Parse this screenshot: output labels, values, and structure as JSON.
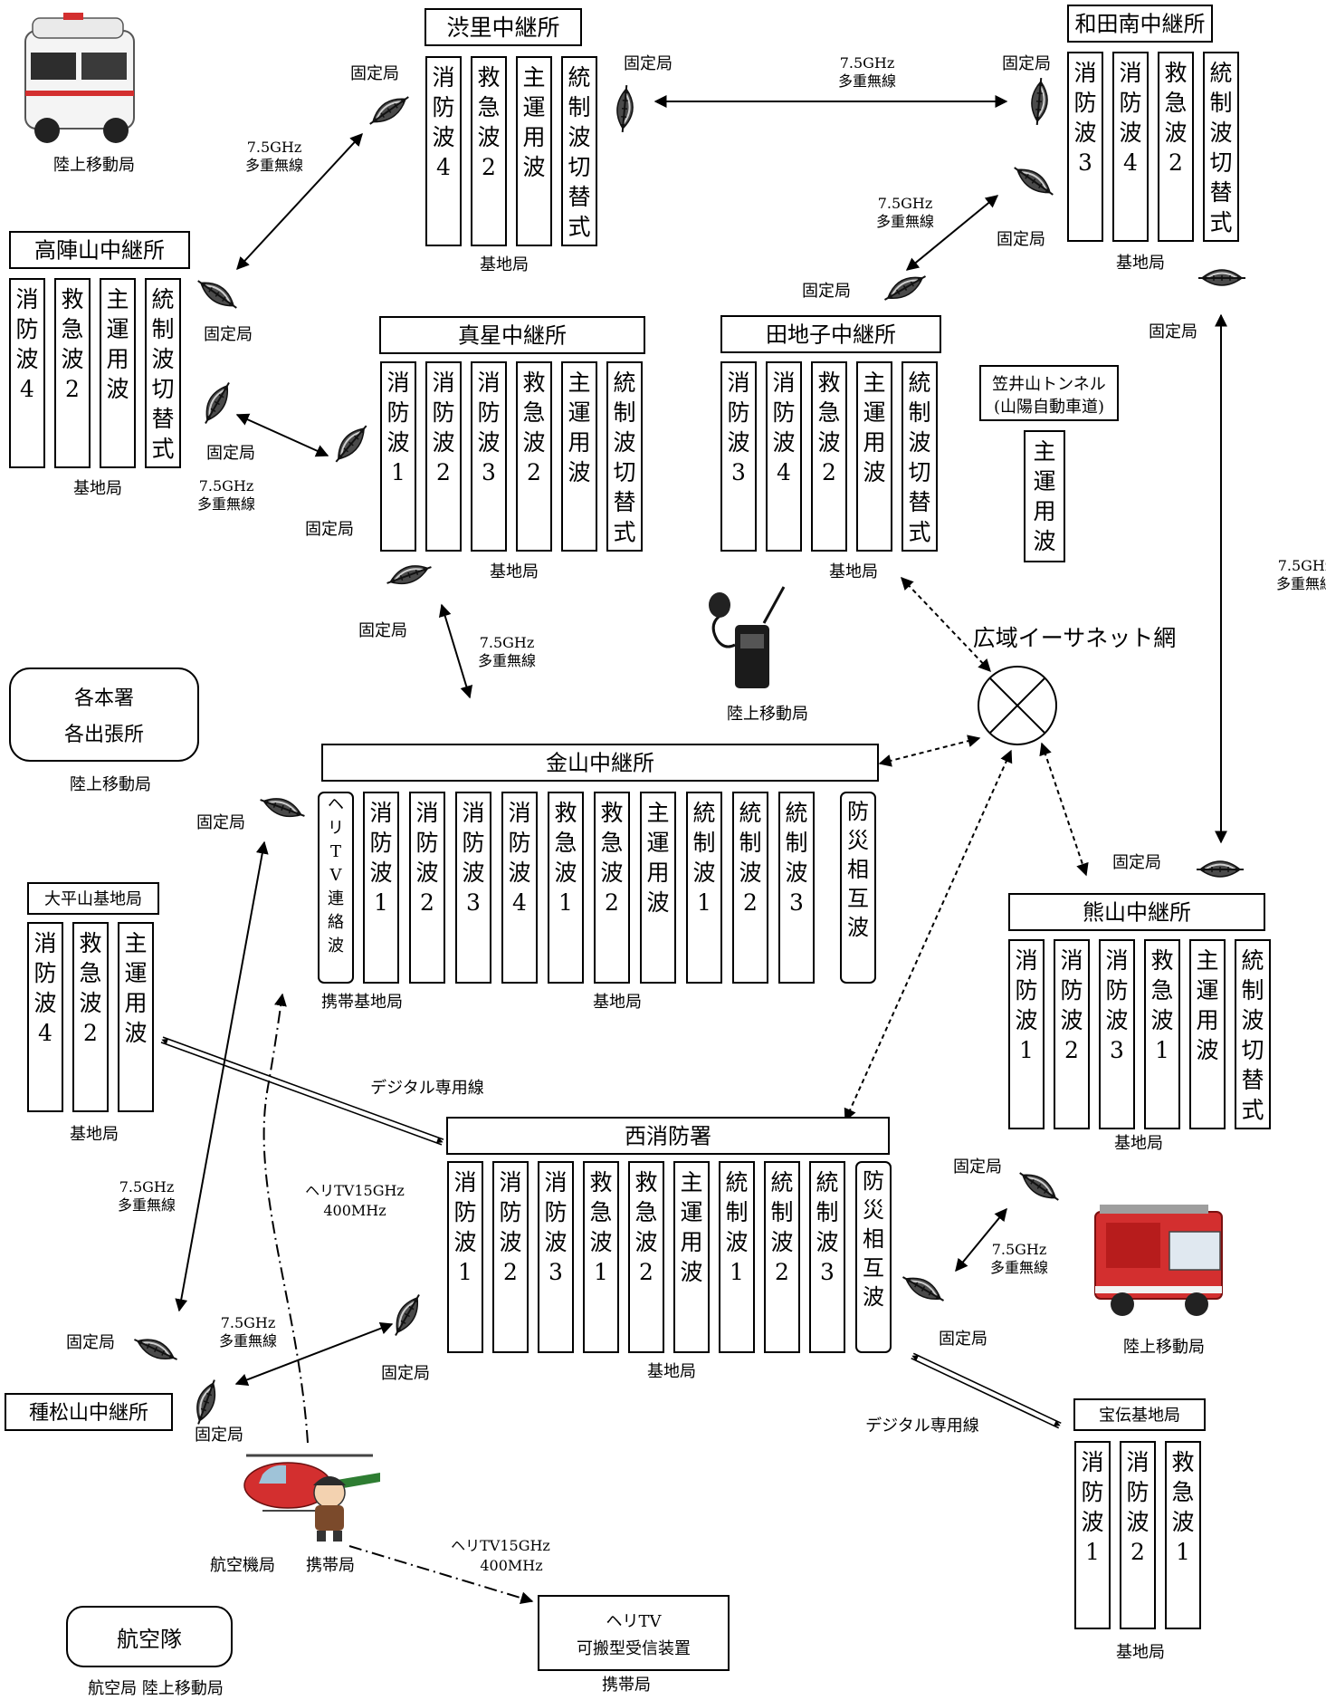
{
  "stations": {
    "shibusato": {
      "name": "渋里中継所",
      "channels": [
        "消防波4",
        "救急波2",
        "主運用波",
        "統制波切替式"
      ],
      "base_label": "基地局"
    },
    "wadaminami": {
      "name": "和田南中継所",
      "channels": [
        "消防波3",
        "消防波4",
        "救急波2",
        "統制波切替式"
      ],
      "base_label": "基地局"
    },
    "takajinyama": {
      "name": "高陣山中継所",
      "channels": [
        "消防波4",
        "救急波2",
        "主運用波",
        "統制波切替式"
      ],
      "base_label": "基地局"
    },
    "mahoshi": {
      "name": "真星中継所",
      "channels": [
        "消防波1",
        "消防波2",
        "消防波3",
        "救急波2",
        "主運用波",
        "統制波切替式"
      ],
      "base_label": "基地局"
    },
    "tajiko": {
      "name": "田地子中継所",
      "channels": [
        "消防波3",
        "消防波4",
        "救急波2",
        "主運用波",
        "統制波切替式"
      ],
      "base_label": "基地局"
    },
    "kasaiyama": {
      "name": "笠井山トンネル",
      "sub": "(山陽自動車道)",
      "channels": [
        "主運用波"
      ]
    },
    "kanayama": {
      "name": "金山中継所",
      "heli_channel": "ヘリTV連絡波",
      "channels": [
        "消防波1",
        "消防波2",
        "消防波3",
        "消防波4",
        "救急波1",
        "救急波2",
        "主運用波",
        "統制波1",
        "統制波2",
        "統制波3"
      ],
      "bousai": "防災相互波",
      "portable_label": "携帯基地局",
      "base_label": "基地局"
    },
    "ohirayama": {
      "name": "大平山基地局",
      "channels": [
        "消防波4",
        "救急波2",
        "主運用波"
      ],
      "base_label": "基地局"
    },
    "kumayama": {
      "name": "熊山中継所",
      "channels": [
        "消防波1",
        "消防波2",
        "消防波3",
        "救急波1",
        "主運用波",
        "統制波切替式"
      ],
      "base_label": "基地局"
    },
    "nishi": {
      "name": "西消防署",
      "channels": [
        "消防波1",
        "消防波2",
        "消防波3",
        "救急波1",
        "救急波2",
        "主運用波",
        "統制波1",
        "統制波2",
        "統制波3"
      ],
      "bousai": "防災相互波",
      "base_label": "基地局"
    },
    "houden": {
      "name": "宝伝基地局",
      "channels": [
        "消防波1",
        "消防波2",
        "救急波1"
      ],
      "base_label": "基地局"
    },
    "tanematsu": {
      "name": "種松山中継所"
    }
  },
  "labels": {
    "fixed": "固定局",
    "mw_a": "7.5GHz",
    "mw_b": "多重無線",
    "land_mobile": "陸上移動局",
    "ethernet": "広域イーサネット網",
    "digital_line": "デジタル専用線",
    "heli_a": "ヘリTV15GHz",
    "heli_b": "400MHz",
    "aircraft": "航空機局",
    "portable": "携帯局",
    "honsho_a": "各本署",
    "honsho_b": "各出張所",
    "aviation_team": "航空隊",
    "aviation_foot": "航空局 陸上移動局",
    "heli_receiver_a": "ヘリTV",
    "heli_receiver_b": "可搬型受信装置"
  },
  "icons": {
    "antenna": "parabolic-antenna-icon",
    "ambulance": "ambulance-icon",
    "radio": "handheld-radio-icon",
    "firetruck": "fire-truck-icon",
    "helicopter": "helicopter-icon",
    "mascot": "firefighter-mascot-icon",
    "network": "ethernet-network-icon"
  },
  "colors": {
    "line": "#000000",
    "antenna": "#3a3a3a",
    "firetruck": "#d32f2f",
    "ambulance": "#f5f5f5"
  }
}
